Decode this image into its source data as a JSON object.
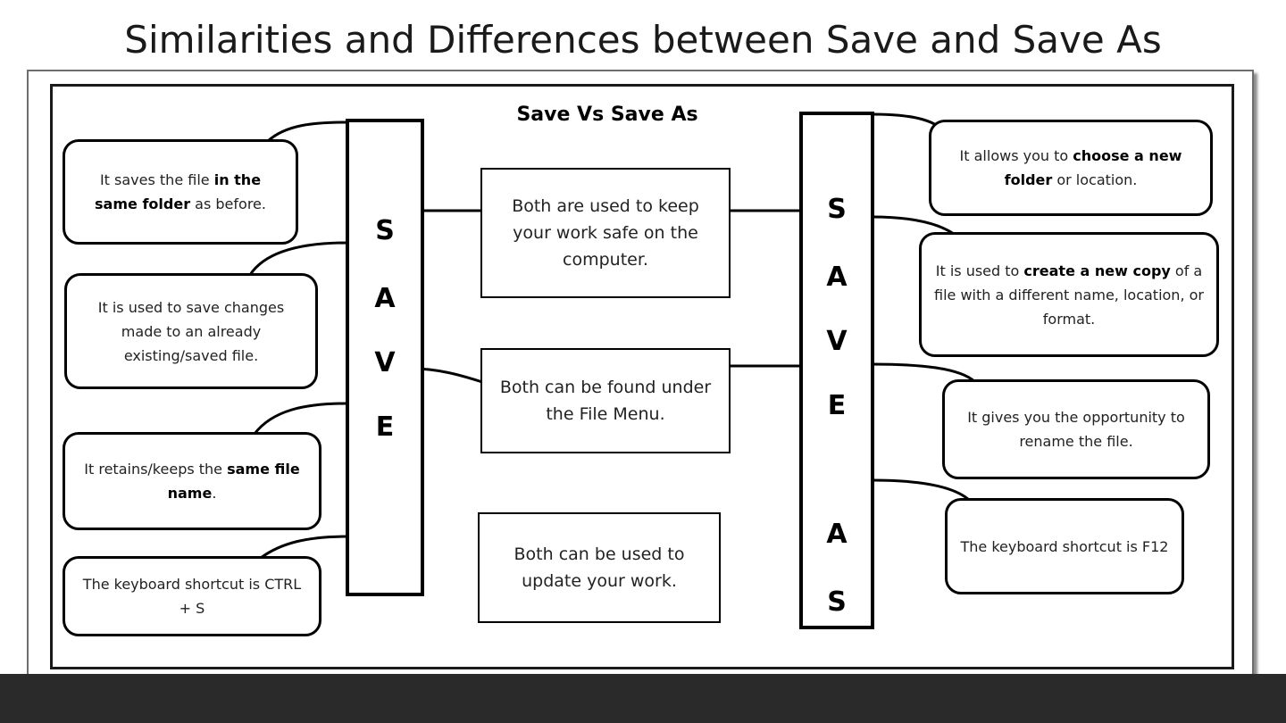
{
  "slide_title": "Similarities and Differences between Save and Save As",
  "diagram_title": "Save Vs Save As",
  "save_bar": {
    "letters": [
      "S",
      "A",
      "V",
      "E"
    ]
  },
  "save_as_bar": {
    "letters": [
      "S",
      "A",
      "V",
      "E",
      "A",
      "S"
    ]
  },
  "save_notes": [
    {
      "pre": "It saves the file ",
      "bold": "in the same folder",
      "post": " as before."
    },
    {
      "pre": "It is used to save changes made to an already existing/saved file.",
      "bold": "",
      "post": ""
    },
    {
      "pre": "It retains/keeps the ",
      "bold": "same file name",
      "post": "."
    },
    {
      "pre": "The keyboard shortcut is CTRL + S",
      "bold": "",
      "post": ""
    }
  ],
  "save_as_notes": [
    {
      "pre": "It allows you to ",
      "bold": "choose a new folder",
      "post": " or location."
    },
    {
      "pre": "It is used to ",
      "bold": "create a new copy",
      "post": " of a file with a different name, location, or format."
    },
    {
      "pre": "It gives you the opportunity to rename the file.",
      "bold": "",
      "post": ""
    },
    {
      "pre": "The keyboard shortcut is F12",
      "bold": "",
      "post": ""
    }
  ],
  "similarities": [
    "Both are used to keep your work safe on the computer.",
    "Both can be found under the File Menu.",
    "Both can be used to update your work."
  ]
}
